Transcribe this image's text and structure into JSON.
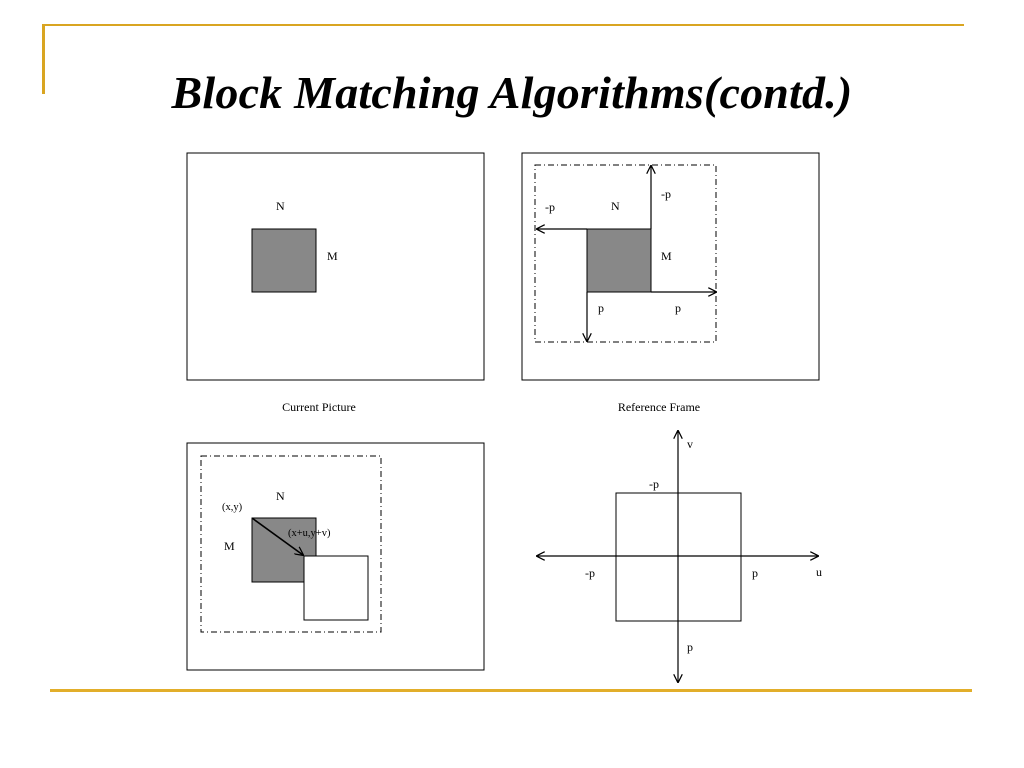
{
  "slide": {
    "title": "Block Matching Algorithms(contd.)",
    "accent_color": "#D9A521",
    "block_fill": "#888888"
  },
  "current_picture": {
    "caption": "Current Picture",
    "label_n": "N",
    "label_m": "M"
  },
  "reference_frame": {
    "caption": "Reference Frame",
    "label_n": "N",
    "label_m": "M",
    "label_top": "-p",
    "label_left": "-p",
    "label_bottom_left": "p",
    "label_bottom_right": "p"
  },
  "motion_vector": {
    "label_xy": "(x,y)",
    "label_n": "N",
    "label_m": "M",
    "label_xuyv": "(x+u,y+v)"
  },
  "search_window": {
    "label_v": "v",
    "label_u": "u",
    "label_top": "-p",
    "label_left": "-p",
    "label_right": "p",
    "label_bottom": "p"
  }
}
